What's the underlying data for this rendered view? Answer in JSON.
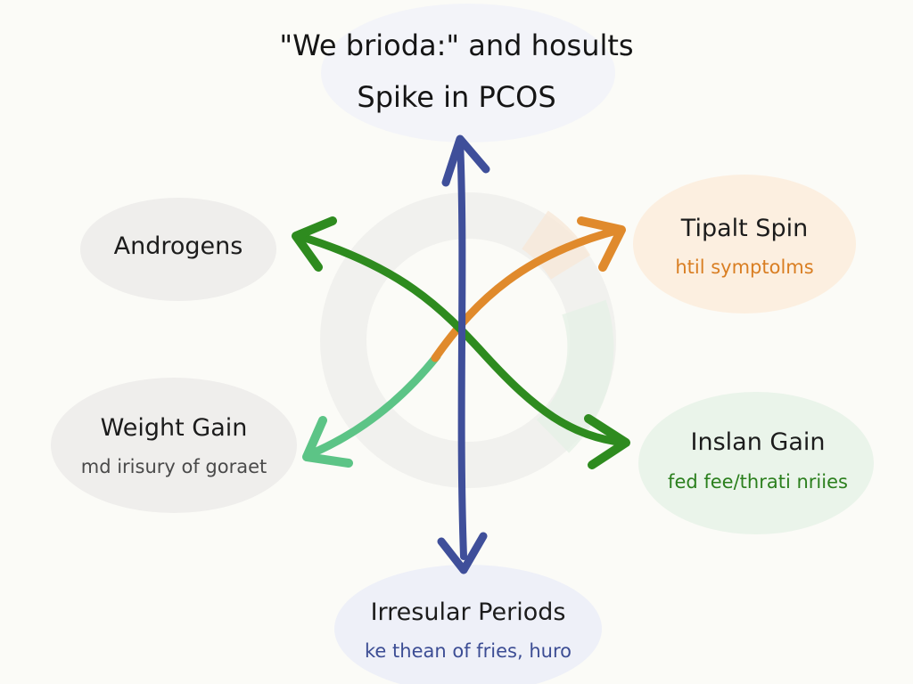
{
  "title": {
    "line1": "\"We brioda:\" and hosults",
    "line2": "Spike in PCOS"
  },
  "nodes": {
    "androgens": {
      "title": "Androgens"
    },
    "tipalt": {
      "title": "Tipalt Spin",
      "subtitle": "htil symptolms"
    },
    "weight": {
      "title": "Weight Gain",
      "subtitle": "md irisury of goraet"
    },
    "inslan": {
      "title": "Inslan Gain",
      "subtitle": "fed fee/thrati nriies"
    },
    "irregular": {
      "title": "Irresular Periods",
      "subtitle": "ke thean of fries, huro"
    }
  },
  "colors": {
    "green": "#2e8b1f",
    "light_green": "#5cc486",
    "orange": "#e08a2c",
    "blue": "#3f4f9a",
    "orange_text": "#d97e22",
    "green_text": "#2b7f1d",
    "blue_text": "#3c4d94"
  },
  "icons": {
    "arrowheads": "chevron-arrow"
  }
}
